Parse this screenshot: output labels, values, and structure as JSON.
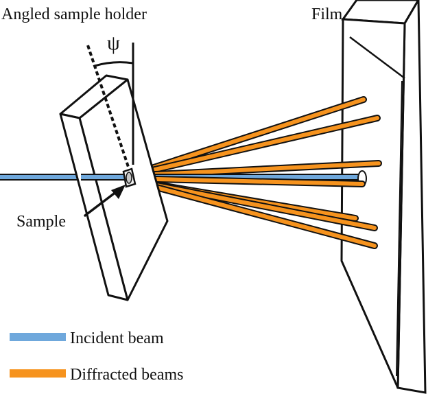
{
  "labels": {
    "holder": "Angled sample holder",
    "film": "Film",
    "psi": "ψ",
    "sample": "Sample"
  },
  "legend": {
    "incident": "Incident beam",
    "diffracted": "Diffracted beams"
  },
  "colors": {
    "incident_beam": "#6fa8dc",
    "diffracted_beam": "#f6931e",
    "outline": "#111111"
  }
}
